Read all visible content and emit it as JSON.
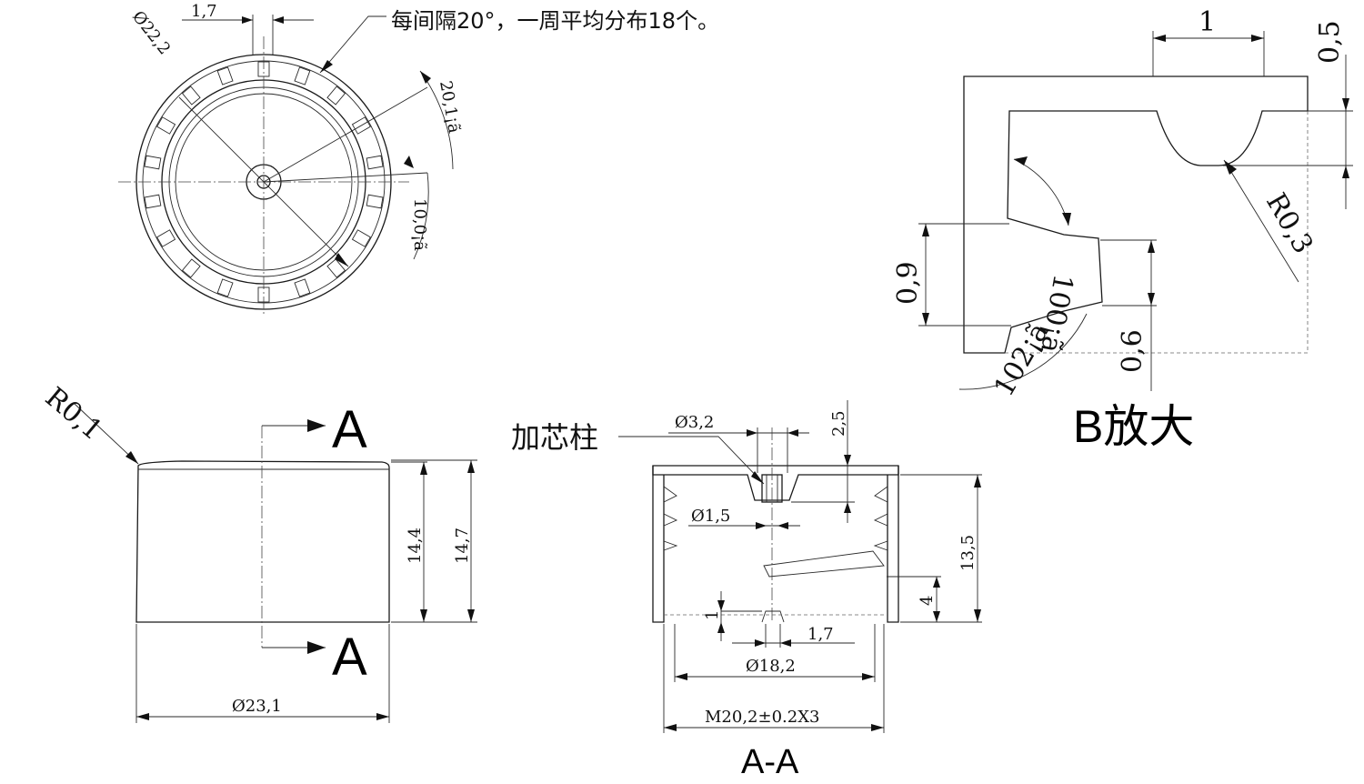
{
  "top_view": {
    "note": "每间隔20°，一周平均分布18个。",
    "dim_top": "1,7",
    "dim_diameter": "Ø22,2",
    "dim_angle_20": "20,1¡ã",
    "dim_angle_10": "10,0¡ã"
  },
  "front_view": {
    "dim_r": "R0,1",
    "section_mark_top": "A",
    "section_mark_bottom": "A",
    "dim_h1": "14,4",
    "dim_h2": "14,7",
    "dim_d": "Ø23,1"
  },
  "section_view": {
    "core_label": "加芯柱",
    "dim_d32": "Ø3,2",
    "dim_25": "2,5",
    "dim_d15": "Ø1,5",
    "dim_135": "13,5",
    "dim_4": "4",
    "dim_1": "1",
    "dim_17": "1,7",
    "dim_d182": "Ø18,2",
    "dim_thread": "M20,2±0.2X3",
    "title": "A-A"
  },
  "detail_b": {
    "dim_1": "1",
    "dim_05": "0,5",
    "dim_r03": "R0,3",
    "dim_09": "0,9",
    "dim_06": "0,6",
    "dim_angle_a": "100¡ã",
    "dim_angle_b": "102¡ã",
    "title": "B放大"
  }
}
